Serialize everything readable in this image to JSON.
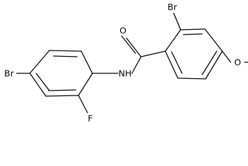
{
  "molecule": {
    "atoms": {
      "br_left": "Br",
      "f": "F",
      "nh": "NH",
      "o_carbonyl": "O",
      "br_top": "Br",
      "o_methoxy": "O"
    }
  }
}
